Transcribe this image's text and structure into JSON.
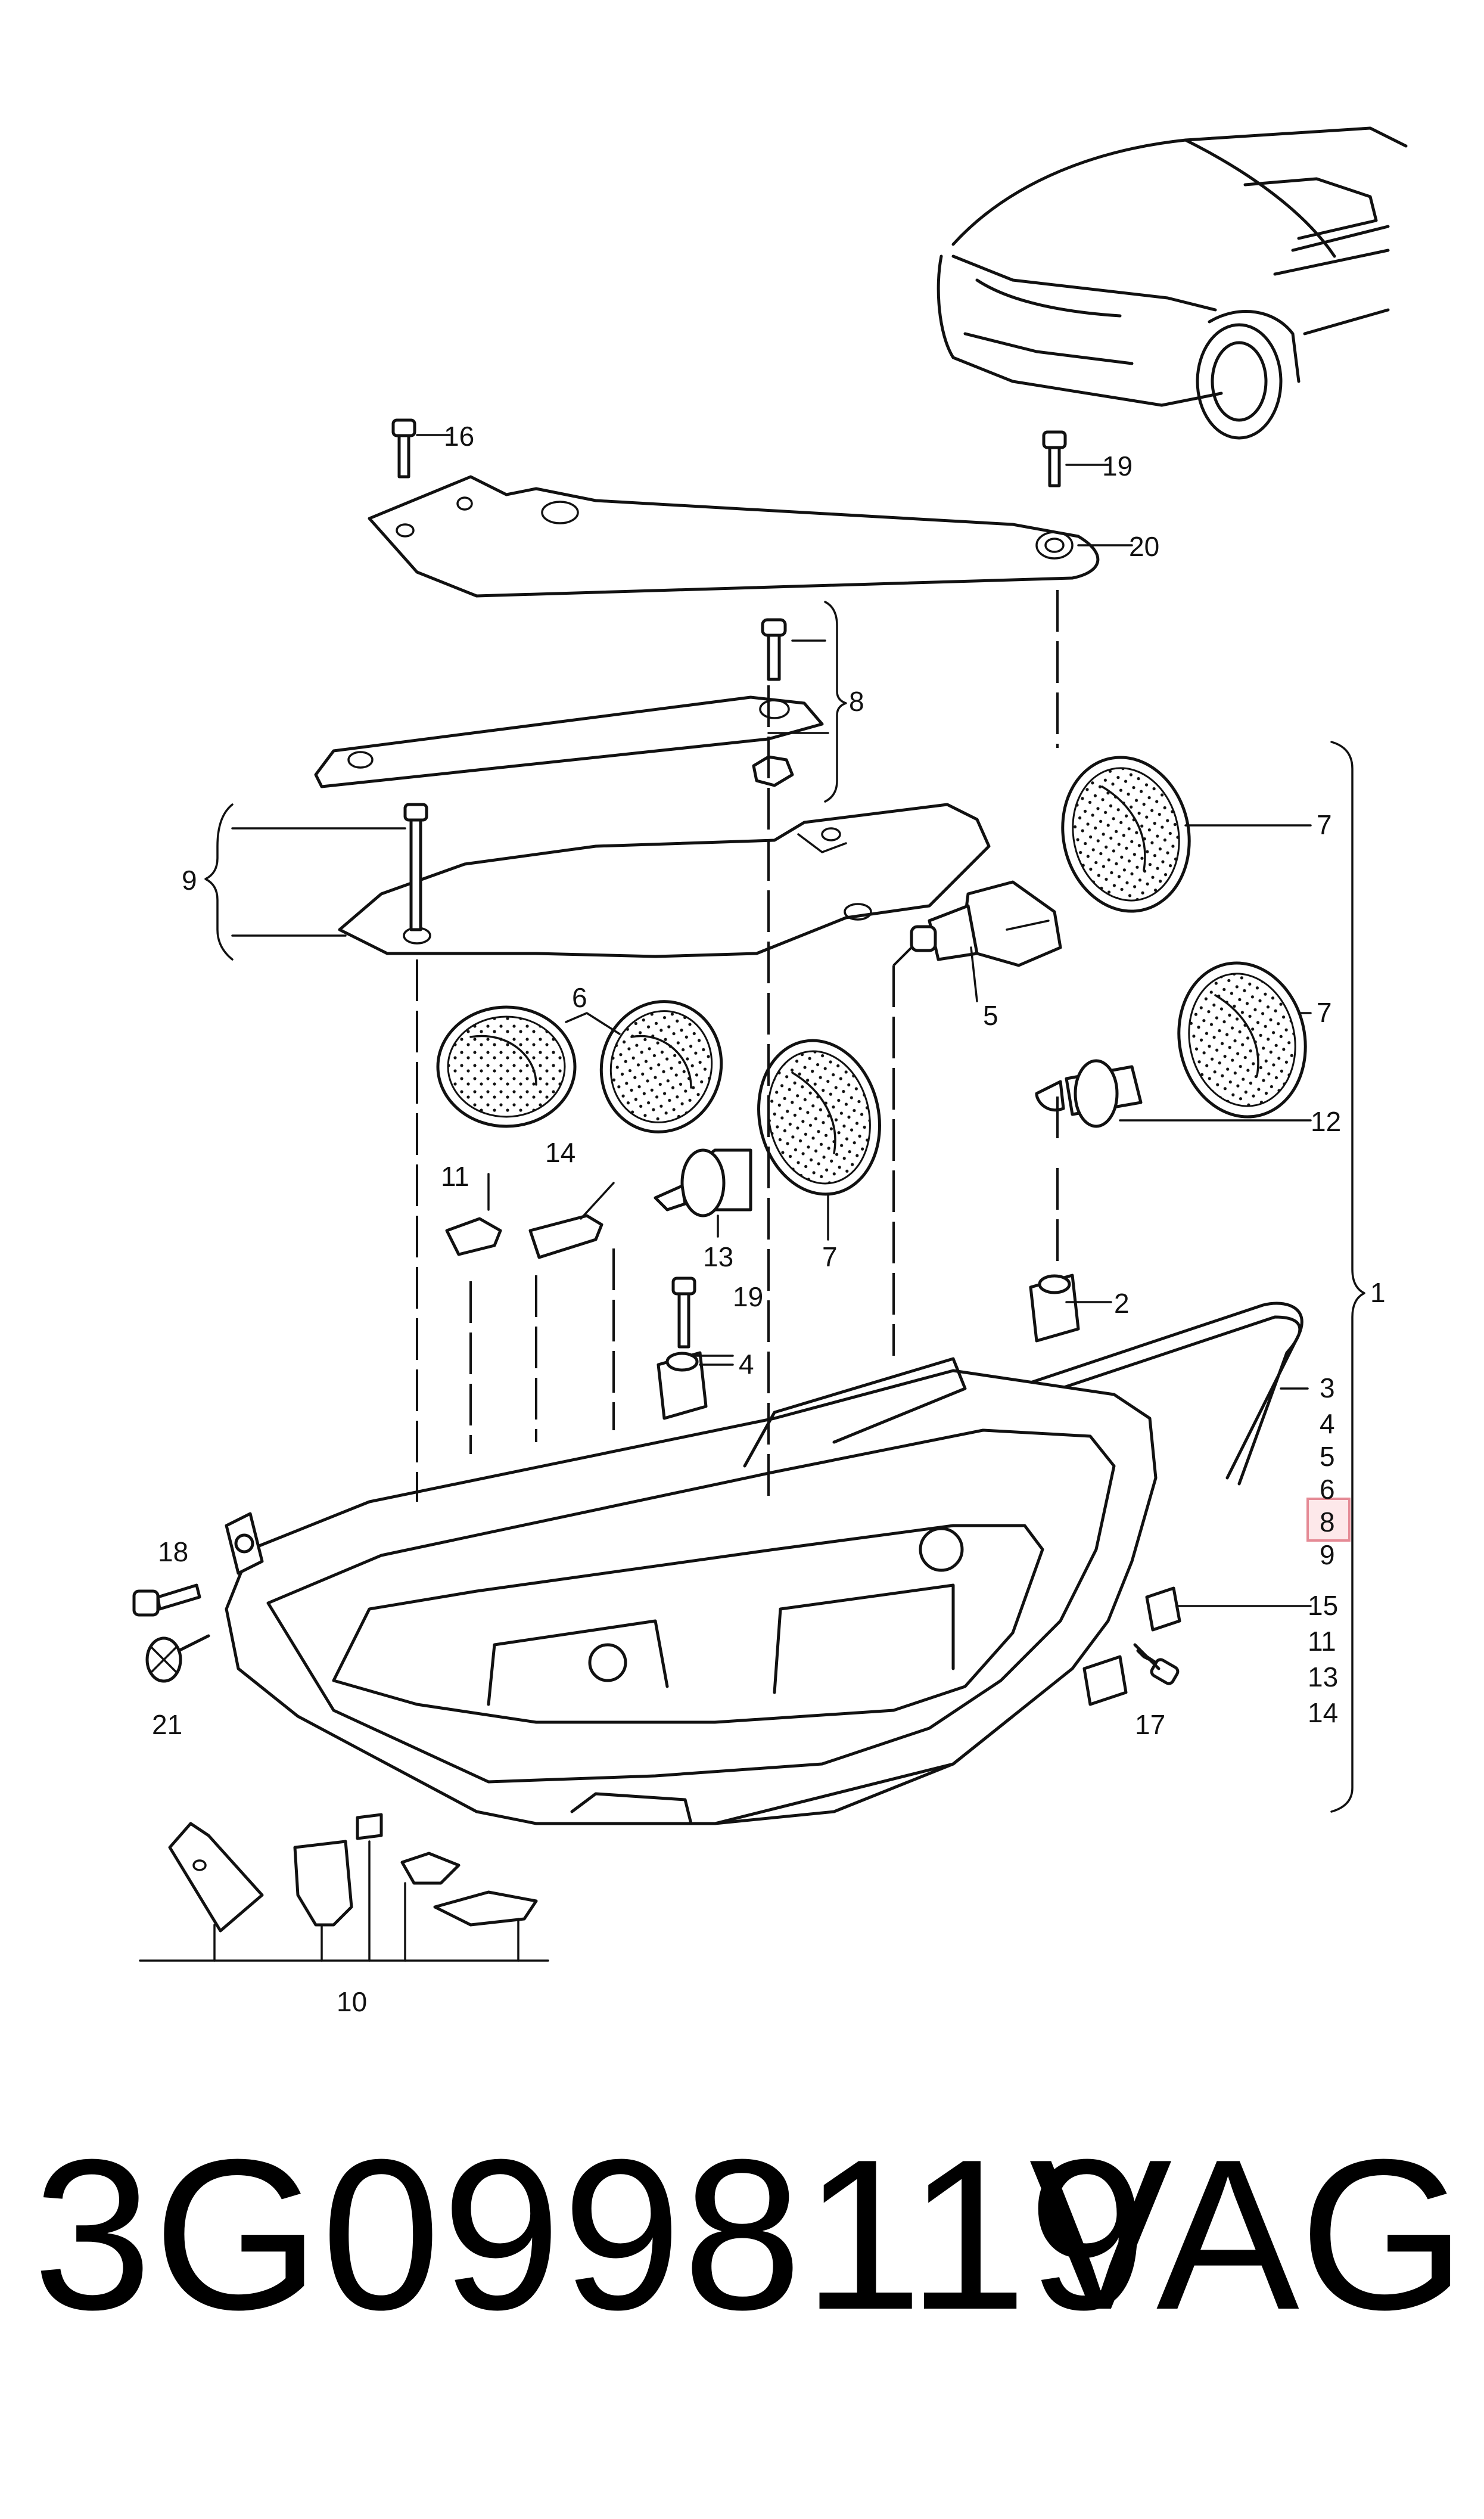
{
  "callouts": {
    "c1": "1",
    "c2": "2",
    "c3": "3",
    "c4": "4",
    "c5": "5",
    "c6": "6",
    "c7a": "7",
    "c7b": "7",
    "c7c": "7",
    "c8": "8",
    "c9": "9",
    "c10": "10",
    "c11": "11",
    "c12": "12",
    "c13": "13",
    "c14": "14",
    "c15": "15",
    "c16": "16",
    "c17": "17",
    "c18": "18",
    "c19a": "19",
    "c19b": "19",
    "c20": "20",
    "c21": "21"
  },
  "legend_list": [
    "3",
    "4",
    "5",
    "6",
    "8",
    "9",
    "15",
    "11",
    "13",
    "14"
  ],
  "highlighted_item": "8",
  "footer": {
    "part_number": "3G0998119",
    "brand": "VAG"
  }
}
